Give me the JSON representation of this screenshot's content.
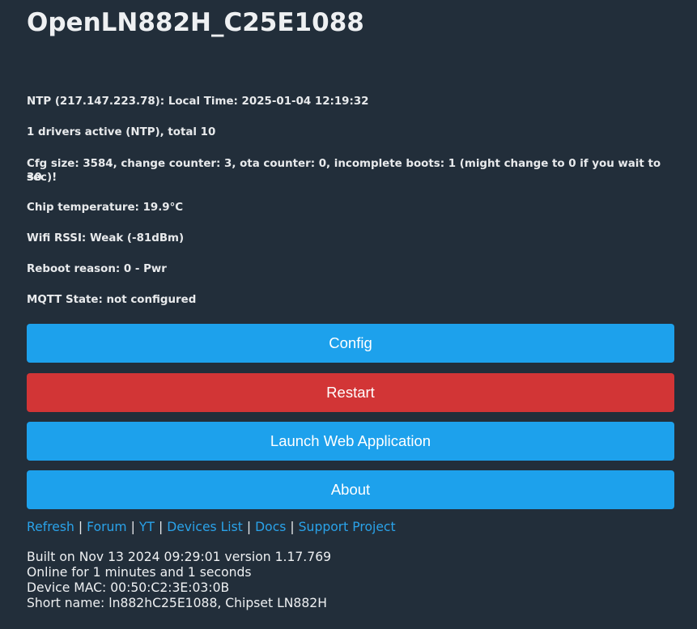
{
  "header": {
    "title": "OpenLN882H_C25E1088"
  },
  "status": {
    "ntp": "NTP (217.147.223.78): Local Time: 2025-01-04 12:19:32",
    "drivers": "1 drivers active (NTP), total 10",
    "cfg_line1": "Cfg size: 3584, change counter: 3, ota counter: 0, incomplete boots: 1 (might change to 0 if you wait to 30",
    "cfg_line2": "sec)!",
    "chip_temperature": "Chip temperature: 19.9°C",
    "wifi_rssi": "Wifi RSSI: Weak (-81dBm)",
    "reboot_reason": "Reboot reason: 0 - Pwr",
    "mqtt_state": "MQTT State: not configured"
  },
  "buttons": {
    "config": "Config",
    "restart": "Restart",
    "launch": "Launch Web Application",
    "about": "About"
  },
  "links": {
    "refresh": "Refresh",
    "forum": "Forum",
    "yt": "YT",
    "devices": "Devices List",
    "docs": "Docs",
    "support": "Support Project",
    "separator": "|"
  },
  "footer": {
    "built": "Built on Nov 13 2024 09:29:01 version 1.17.769",
    "online": "Online for 1 minutes and 1 seconds",
    "mac": "Device MAC: 00:50:C2:3E:03:0B",
    "short_name": "Short name: ln882hC25E1088, Chipset LN882H"
  },
  "colors": {
    "background": "#222e3a",
    "button_blue": "#1da1ec",
    "button_red": "#d23536",
    "link": "#2aa3ea"
  }
}
